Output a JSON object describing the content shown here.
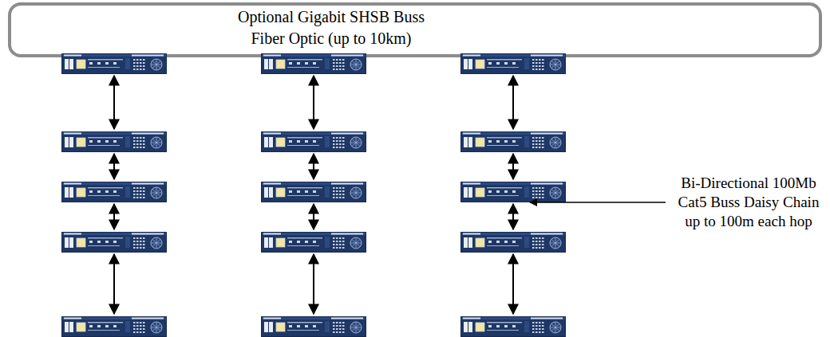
{
  "diagram": {
    "nodes": [
      {
        "text": [
          "Optional Gigabit SHSB Buss",
          "Fiber Optic (up to 10km)"
        ]
      }
    ],
    "labels": [
      "Bi-Directional 100Mb Cat5 Buss Daisy Chain up to 100m each hop"
    ]
  }
}
